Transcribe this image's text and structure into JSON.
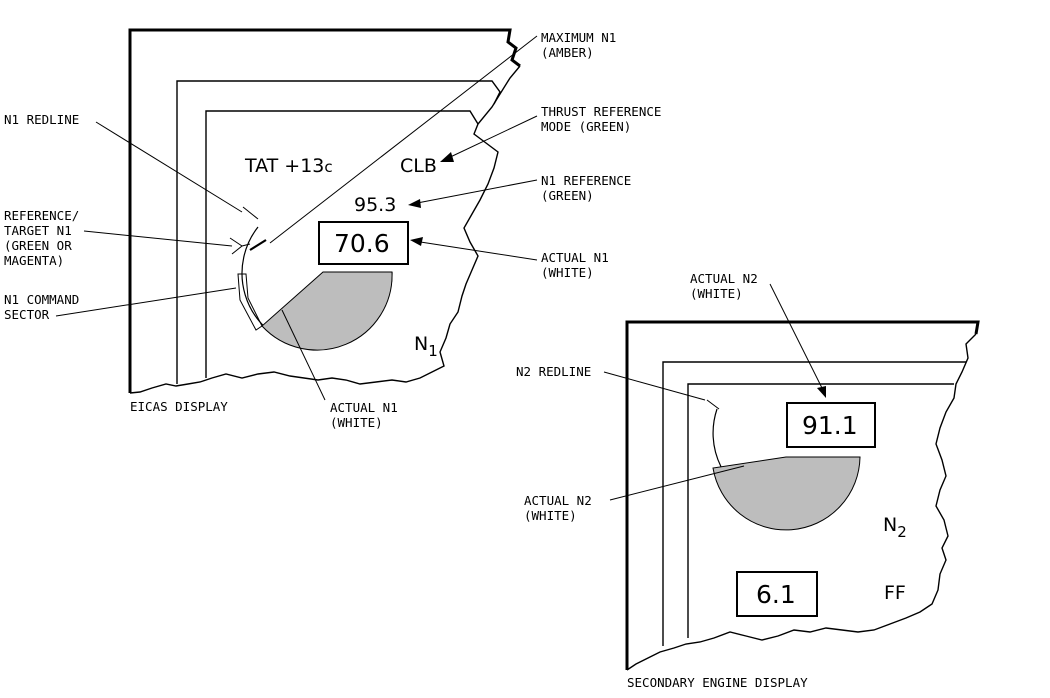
{
  "eicas": {
    "display_label": "EICAS DISPLAY",
    "tat_label": "TAT +13",
    "tat_unit": "c",
    "mode": "CLB",
    "n1_reference_value": "95.3",
    "n1_actual_value": "70.6",
    "n1_symbol": "N",
    "n1_subscript": "1"
  },
  "secondary": {
    "display_label": "SECONDARY ENGINE DISPLAY",
    "n2_actual_value": "91.1",
    "ff_value": "6.1",
    "ff_label": "FF",
    "n2_symbol": "N",
    "n2_subscript": "2"
  },
  "callouts": {
    "n1_redline": [
      "N1 REDLINE"
    ],
    "reference_target_n1": [
      "REFERENCE/",
      "TARGET N1",
      "(GREEN OR",
      "MAGENTA)"
    ],
    "n1_command_sector": [
      "N1 COMMAND",
      "SECTOR"
    ],
    "maximum_n1": [
      "MAXIMUM N1",
      "(AMBER)"
    ],
    "thrust_reference_mode": [
      "THRUST REFERENCE",
      "MODE (GREEN)"
    ],
    "n1_reference": [
      "N1 REFERENCE",
      "(GREEN)"
    ],
    "actual_n1_right": [
      "ACTUAL N1",
      "(WHITE)"
    ],
    "actual_n1_bottom": [
      "ACTUAL N1",
      "(WHITE)"
    ],
    "actual_n2_top": [
      "ACTUAL N2",
      "(WHITE)"
    ],
    "n2_redline": [
      "N2 REDLINE"
    ],
    "actual_n2_left": [
      "ACTUAL N2",
      "(WHITE)"
    ]
  }
}
